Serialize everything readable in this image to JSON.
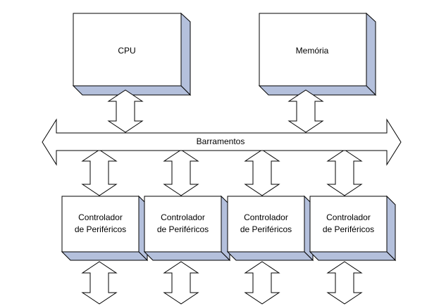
{
  "diagram": {
    "cpu_label": "CPU",
    "memory_label": "Memória",
    "bus_label": "Barramentos",
    "controllers": [
      {
        "line1": "Controlador",
        "line2": "de Periféricos"
      },
      {
        "line1": "Controlador",
        "line2": "de Periféricos"
      },
      {
        "line1": "Controlador",
        "line2": "de Periféricos"
      },
      {
        "line1": "Controlador",
        "line2": "de Periféricos"
      }
    ],
    "colors": {
      "box_fill": "#ffffff",
      "box_side": "#b4c0dc",
      "stroke": "#000000"
    }
  }
}
